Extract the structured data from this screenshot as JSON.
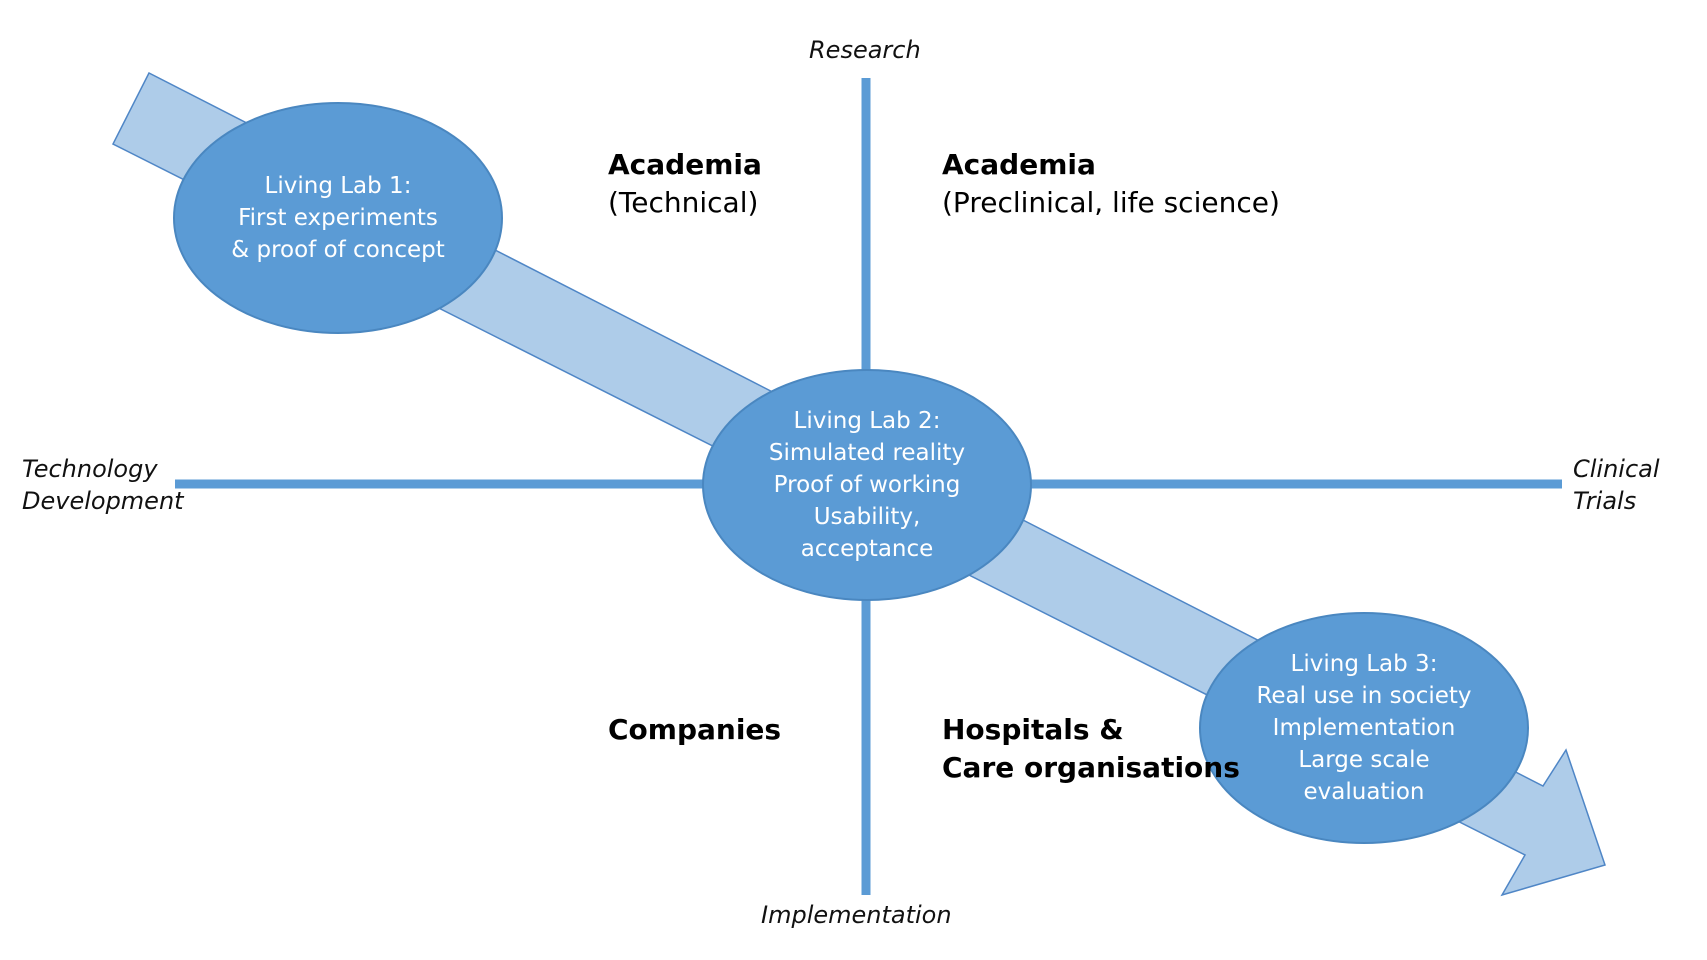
{
  "axes": {
    "top": "Research",
    "bottom": "Implementation",
    "left": [
      "Technology",
      "Development"
    ],
    "right": [
      "Clinical",
      "Trials"
    ]
  },
  "quadrants": {
    "top_left": {
      "title": "Academia",
      "subtitle": "(Technical)"
    },
    "top_right": {
      "title": "Academia",
      "subtitle": "(Preclinical, life science)"
    },
    "bottom_left": {
      "title": "Companies",
      "subtitle": ""
    },
    "bottom_right": {
      "title": "Hospitals &",
      "subtitle": "Care organisations"
    }
  },
  "labs": [
    {
      "lines": [
        "Living Lab 1:",
        "First experiments",
        "& proof of concept"
      ]
    },
    {
      "lines": [
        "Living Lab 2:",
        "Simulated reality",
        "Proof of working",
        "Usability,",
        "acceptance"
      ]
    },
    {
      "lines": [
        "Living Lab 3:",
        "Real use in society",
        "Implementation",
        "Large scale",
        "evaluation"
      ]
    }
  ],
  "colors": {
    "axis": "#5b9bd5",
    "ellipse_fill": "#5b9bd5",
    "ellipse_stroke": "#4a87c0",
    "arrow_fill": "#aecce9",
    "arrow_stroke": "#4f86c6",
    "ellipse_text": "#ffffff"
  }
}
